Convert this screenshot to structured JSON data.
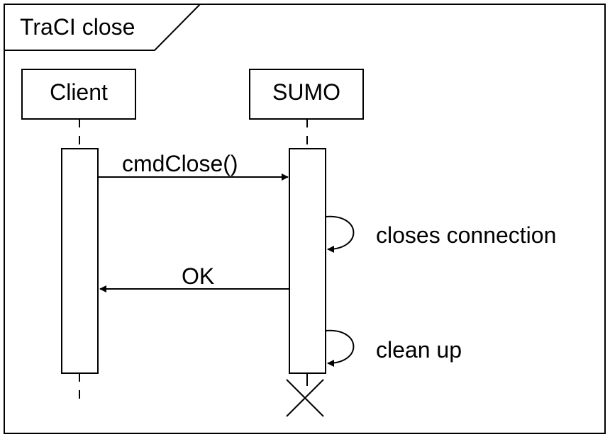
{
  "frame": {
    "title": "TraCI close"
  },
  "participants": [
    {
      "id": "client",
      "label": "Client"
    },
    {
      "id": "sumo",
      "label": "SUMO"
    }
  ],
  "messages": [
    {
      "from": "Client",
      "to": "SUMO",
      "label": "cmdClose()",
      "kind": "sync"
    },
    {
      "from": "SUMO",
      "to": "SUMO",
      "label": "closes connection",
      "kind": "self"
    },
    {
      "from": "SUMO",
      "to": "Client",
      "label": "OK",
      "kind": "return"
    },
    {
      "from": "SUMO",
      "to": "SUMO",
      "label": "clean up",
      "kind": "self"
    }
  ],
  "terminations": [
    {
      "participant": "SUMO"
    }
  ]
}
